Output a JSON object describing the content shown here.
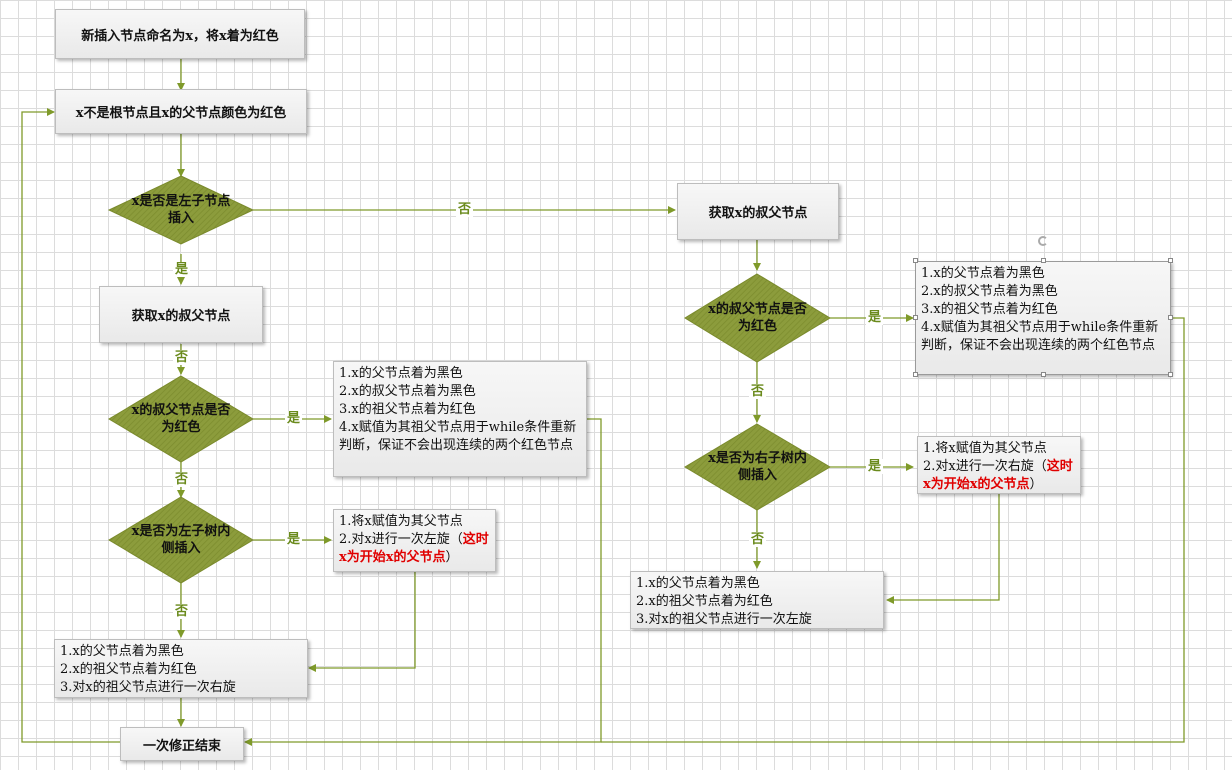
{
  "colors": {
    "diamond_fill": "#8c9c3c",
    "edge": "#7f9a2a",
    "edge_label": "#6a8a1c",
    "highlight": "#e00000"
  },
  "left": {
    "start": "新插入节点命名为x，将x着为红色",
    "loop_cond": "x不是根节点且x的父节点颜色为红色",
    "decision_left_child": [
      "x是否是左子节点",
      "插入"
    ],
    "get_uncle": "获取x的叔父节点",
    "decision_uncle_red": [
      "x的叔父节点是否",
      "为红色"
    ],
    "recolor": [
      "1.x的父节点着为黑色",
      "2.x的叔父节点着为黑色",
      "3.x的祖父节点着为红色",
      "4.x赋值为其祖父节点用于while条件重新判断，保证不会出现连续的两个红色节点"
    ],
    "decision_inner": [
      "x是否为左子树内",
      "侧插入"
    ],
    "rotate_line1": "1.将x赋值为其父节点",
    "rotate_line2_prefix": "2.对x进行一次左旋（",
    "rotate_highlight": "这时x为开始x的父节点",
    "rotate_suffix": "）",
    "final": [
      "1.x的父节点着为黑色",
      "2.x的祖父节点着为红色",
      "3.对x的祖父节点进行一次右旋"
    ],
    "end": "一次修正结束"
  },
  "right": {
    "get_uncle": "获取x的叔父节点",
    "decision_uncle_red": [
      "x的叔父节点是否",
      "为红色"
    ],
    "recolor": [
      "1.x的父节点着为黑色",
      "2.x的叔父节点着为黑色",
      "3.x的祖父节点着为红色",
      "4.x赋值为其祖父节点用于while条件重新判断，保证不会出现连续的两个红色节点"
    ],
    "decision_inner": [
      "x是否为右子树内",
      "侧插入"
    ],
    "rotate_line1": "1.将x赋值为其父节点",
    "rotate_line2_prefix": "2.对x进行一次右旋（",
    "rotate_highlight": "这时x为开始x的父节点",
    "rotate_suffix": "）",
    "final": [
      "1.x的父节点着为黑色",
      "2.x的祖父节点着为红色",
      "3.对x的祖父节点进行一次左旋"
    ]
  },
  "labels": {
    "yes": "是",
    "no": "否"
  }
}
